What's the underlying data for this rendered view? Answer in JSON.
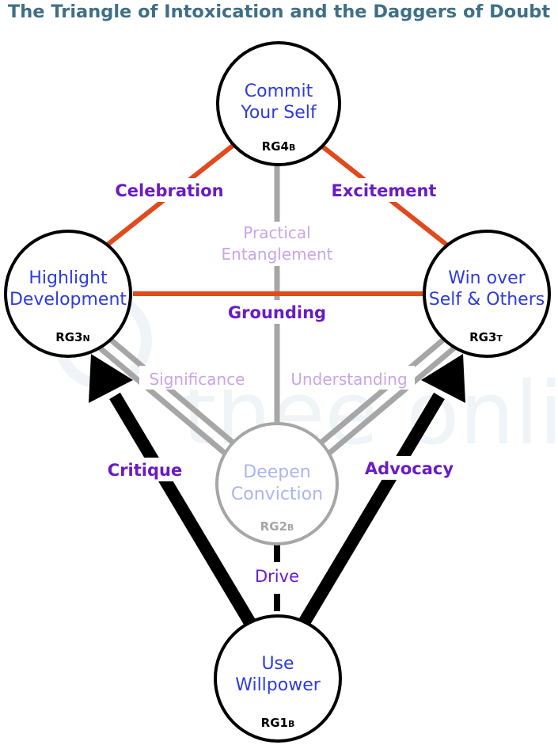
{
  "title": "The Triangle of Intoxication and the Daggers of Doubt",
  "watermark": "thee online",
  "colors": {
    "title": "#3f6f86",
    "node_label": "#2e3bdf",
    "node_label_soft": "#a9b6ef",
    "edge_strong": "#6a1bc4",
    "edge_soft": "#c8a6e6",
    "orange_line": "#e14a1c",
    "grey_line": "#a6a6a6",
    "black_line": "#000000"
  },
  "nodes": {
    "commit": {
      "line1": "Commit",
      "line2": "Your Self",
      "code": "RG4",
      "code_sub": "B"
    },
    "highlight": {
      "line1": "Highlight",
      "line2": "Development",
      "code": "RG3",
      "code_sub": "N"
    },
    "win": {
      "line1": "Win over",
      "line2": "Self & Others",
      "code": "RG3",
      "code_sub": "T"
    },
    "deepen": {
      "line1": "Deepen",
      "line2": "Conviction",
      "code": "RG2",
      "code_sub": "B"
    },
    "use": {
      "line1": "Use",
      "line2": "Willpower",
      "code": "RG1",
      "code_sub": "B"
    }
  },
  "edges": {
    "celebration": "Celebration",
    "excitement": "Excitement",
    "practical_line1": "Practical",
    "practical_line2": "Entanglement",
    "grounding": "Grounding",
    "significance": "Significance",
    "understanding": "Understanding",
    "critique": "Critique",
    "advocacy": "Advocacy",
    "drive": "Drive"
  }
}
